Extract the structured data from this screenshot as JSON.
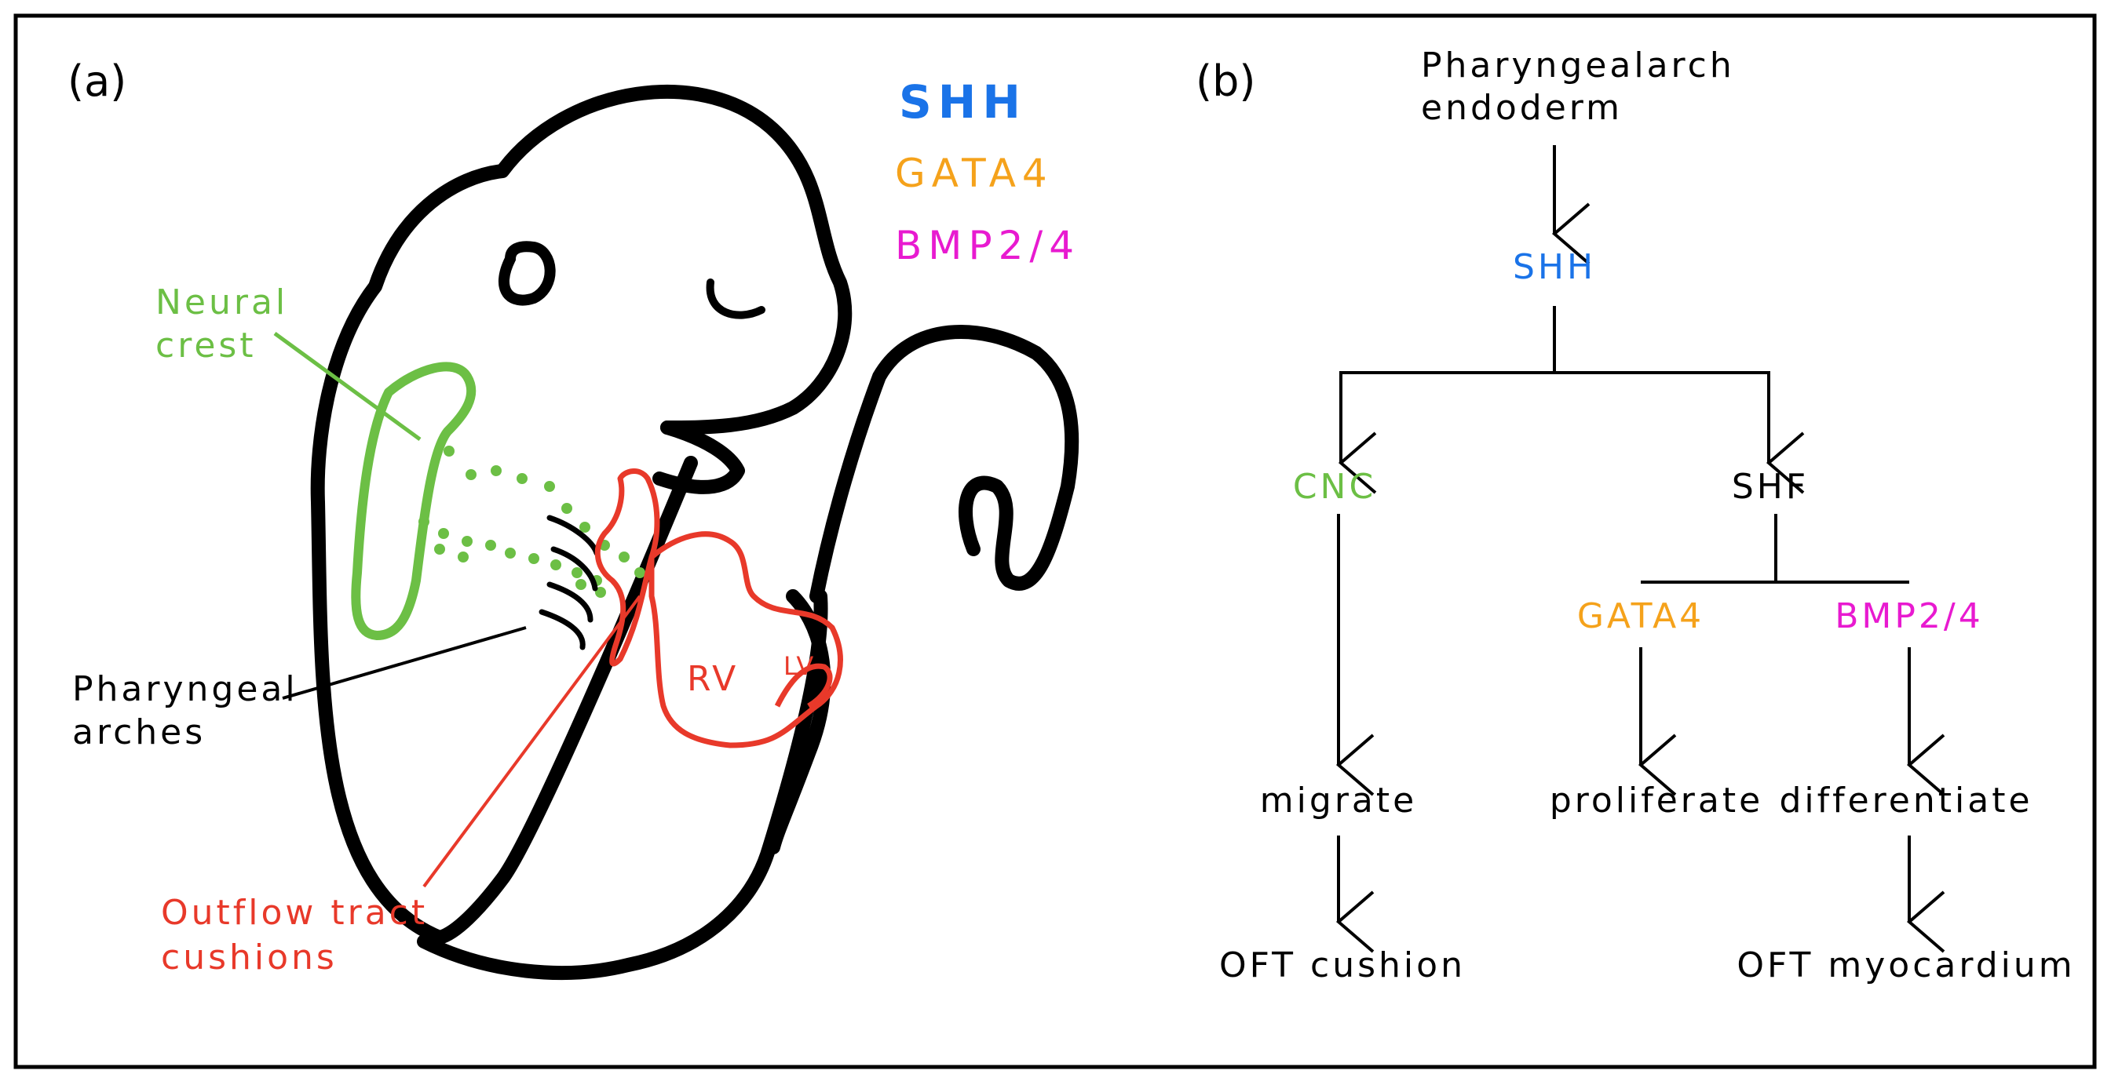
{
  "colors": {
    "black": "#000000",
    "shh": "#1a73e8",
    "gata4": "#f5a21b",
    "bmp": "#e81ad0",
    "neural_crest": "#6cbf45",
    "heart": "#e8392a"
  },
  "panel_a": {
    "label": "(a)",
    "legend": {
      "shh": "SHH",
      "gata4": "GATA4",
      "bmp": "BMP2/4"
    },
    "neural_crest_label": [
      "Neural",
      "crest"
    ],
    "pharyngeal_label": [
      "Pharyngeal",
      "arches"
    ],
    "outflow_label": [
      "Outflow tract",
      "cushions"
    ],
    "rv": "RV",
    "lv": "LV"
  },
  "panel_b": {
    "label": "(b)",
    "root": [
      "Pharyngealarch",
      "endoderm"
    ],
    "shh": "SHH",
    "cnc": "CNC",
    "shf": "SHF",
    "gata4": "GATA4",
    "bmp": "BMP2/4",
    "migrate": "migrate",
    "proliferate": "proliferate",
    "differentiate": "differentiate",
    "oft_cushion": "OFT cushion",
    "oft_myocardium": "OFT myocardium"
  }
}
